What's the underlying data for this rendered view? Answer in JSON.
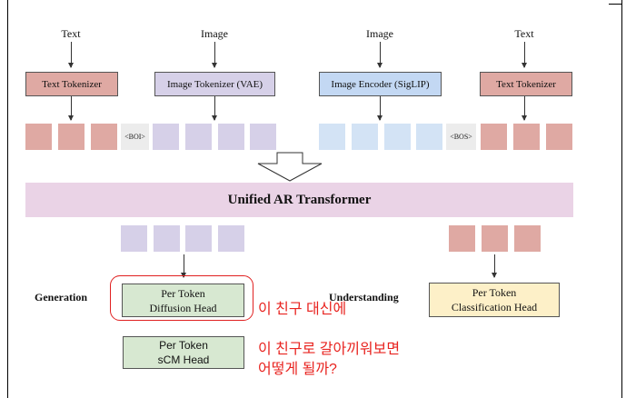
{
  "inputs": {
    "text_left": "Text",
    "image_vae": "Image",
    "image_siglip": "Image",
    "text_right": "Text"
  },
  "tokenizers": {
    "text_left": "Text Tokenizer",
    "image_vae": "Image Tokenizer (VAE)",
    "image_siglip": "Image Encoder (SigLIP)",
    "text_right": "Text Tokenizer"
  },
  "special_tokens": {
    "boi": "<BOI>",
    "bos": "<BOS>"
  },
  "transformer": {
    "label": "Unified AR Transformer"
  },
  "sections": {
    "generation": "Generation",
    "understanding": "Understanding"
  },
  "heads": {
    "diffusion": {
      "line1": "Per Token",
      "line2": "Diffusion Head"
    },
    "classification": {
      "line1": "Per Token",
      "line2": "Classification Head"
    },
    "scm": {
      "line1": "Per Token",
      "line2": "sCM Head"
    }
  },
  "annotations": {
    "instead": "이 친구 대신에",
    "replace_line1": "이 친구로 갈아끼워보면",
    "replace_line2": "어떻게 될까?"
  },
  "colors": {
    "text_token": "#dfa9a3",
    "image_vae_token": "#d6d0e8",
    "siglip_token": "#d3e3f5",
    "transformer": "#ead3e6",
    "annotation": "#e8231f"
  }
}
